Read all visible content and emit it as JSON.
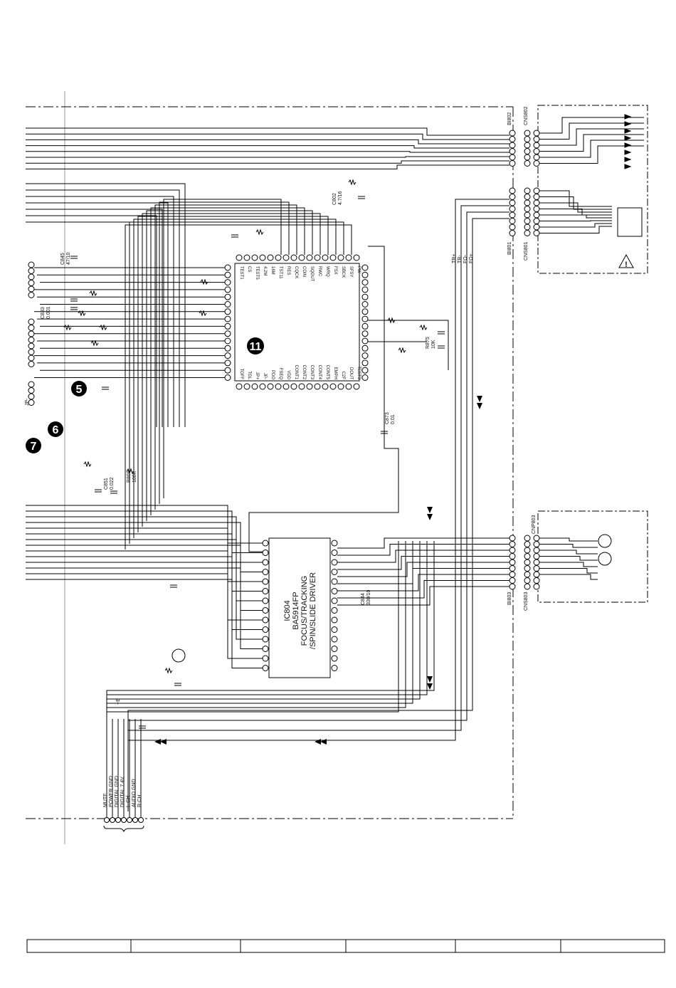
{
  "ic_main": {
    "number": "11",
    "top_pins": [
      "TEST1",
      "CS",
      "TEST5",
      "4.2M",
      "16M",
      "TST11",
      "RES",
      "CQCK",
      "COIN",
      "SQOUT",
      "RWC",
      "WRQ",
      "FSX",
      "SBCK",
      "SFSY",
      "PW"
    ],
    "bottom_pins": [
      "TOFF",
      "TGL",
      "JP+",
      "JP-",
      "PDO",
      "FSEQ",
      "VDD",
      "CONT1",
      "CONT2",
      "CONT3",
      "CONT4",
      "CONT5",
      "EMPH",
      "C2F",
      "DOUT",
      "TEST3"
    ]
  },
  "ic_driver": {
    "ref": "IC804",
    "part": "BA5914FP",
    "func1": "FOCUS/TRACKING",
    "func2": "/SPIN/SLIDE DRIVER"
  },
  "markers": [
    "5",
    "6",
    "7"
  ],
  "parts": {
    "c845_ref": "C845",
    "c845_val": "47/10",
    "c833_ref": "C833",
    "c833_val": "0.001",
    "c802_ref": "C802",
    "c802_val": "4.7/16",
    "r875_ref": "R875",
    "r875_val": "10K",
    "c873_ref": "C873",
    "c873_val": "0.01",
    "c851_ref": "C851",
    "c851_val": "0.022",
    "r869_ref": "R869",
    "r869_val": "100K",
    "c844_ref": "C844",
    "c844_val": "330/10"
  },
  "connectors": {
    "bi802": "BI802",
    "cns802": "CNS802",
    "bi801": "BI801",
    "cns801": "CNS801",
    "cnp803": "CNP803",
    "bi803": "BI803",
    "cns803": "CNS803"
  },
  "pickup_signals": [
    "TR+",
    "TR-",
    "FO-",
    "FO+"
  ],
  "jp_label": "JP-",
  "plus_b": "+B",
  "bottom_signals": [
    "MUTE",
    "POWER GND",
    "DIGITAL GND",
    "DIGITAL 7.4V",
    "L-CH",
    "AUDIO GND",
    "R-CH"
  ],
  "warning_symbol": "!",
  "footer_cells": [
    "",
    "",
    "",
    "",
    "",
    ""
  ]
}
